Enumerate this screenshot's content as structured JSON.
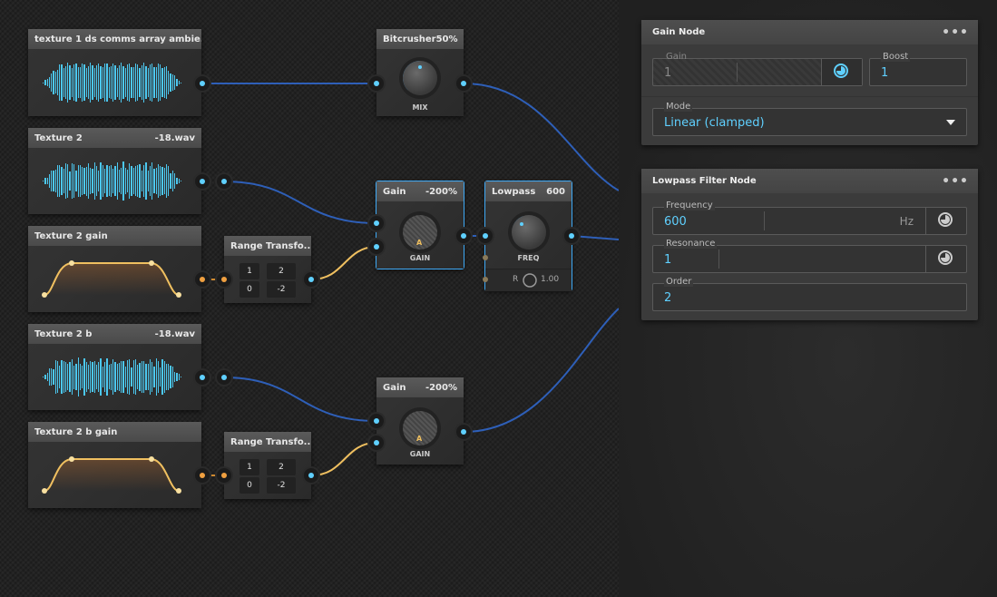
{
  "nodes": {
    "texture1": {
      "title": "texture 1  ds comms array ambie..."
    },
    "texture2": {
      "title": "Texture 2",
      "file": "-18.wav"
    },
    "texture2gain": {
      "title": "Texture 2 gain"
    },
    "range1": {
      "title": "Range Transfo...",
      "cells": [
        "1",
        "2",
        "0",
        "-2"
      ]
    },
    "texture2b": {
      "title": "Texture 2 b",
      "file": "-18.wav"
    },
    "texture2bgain": {
      "title": "Texture 2 b gain"
    },
    "range2": {
      "title": "Range Transfo...",
      "cells": [
        "1",
        "2",
        "0",
        "-2"
      ]
    },
    "bitcrusher": {
      "title": "Bitcrusher",
      "value": "50%",
      "knob_label": "MIX"
    },
    "gain1": {
      "title": "Gain",
      "value": "-200%",
      "knob_label": "GAIN",
      "knob_mark": "A"
    },
    "lowpass": {
      "title": "Lowpass",
      "value": "600",
      "knob_label": "FREQ",
      "r_label": "R",
      "r_value": "1.00"
    },
    "gain2": {
      "title": "Gain",
      "value": "-200%",
      "knob_label": "GAIN",
      "knob_mark": "A"
    }
  },
  "panels": {
    "gain_node": {
      "title": "Gain Node",
      "gain_label": "Gain",
      "gain_value": "1",
      "boost_label": "Boost",
      "boost_value": "1",
      "mode_label": "Mode",
      "mode_value": "Linear (clamped)"
    },
    "lowpass_node": {
      "title": "Lowpass Filter Node",
      "frequency_label": "Frequency",
      "frequency_value": "600",
      "frequency_unit": "Hz",
      "resonance_label": "Resonance",
      "resonance_value": "1",
      "order_label": "Order",
      "order_value": "2"
    }
  },
  "colors": {
    "accent": "#5fd0ff",
    "envelope": "#f0c060",
    "wire": "#2e5fb8"
  },
  "icons": {
    "more": "more-dots-icon",
    "param": "automation-pie-icon",
    "dropdown": "caret-down-icon"
  },
  "menu_glyph": "•••"
}
